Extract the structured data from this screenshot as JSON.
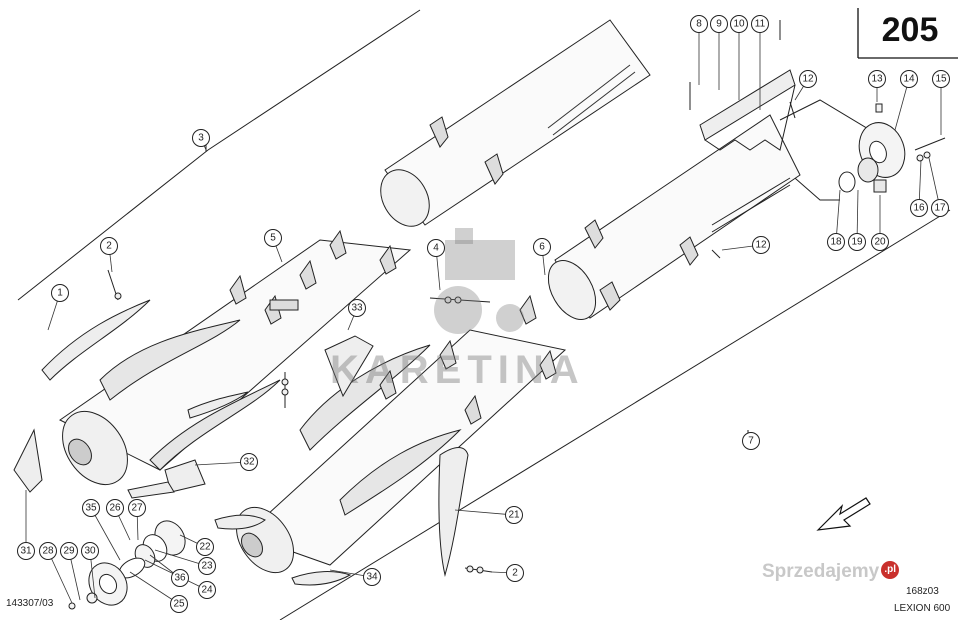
{
  "page_number": "205",
  "drawing_ref_left": "143307/03",
  "drawing_ref_right": "168z03",
  "model": "LEXION 600",
  "watermark": "KARETINA",
  "brand_watermark": "Sprzedajemy",
  "brand_badge": ".pl",
  "callouts": [
    "1",
    "2",
    "3",
    "4",
    "5",
    "6",
    "7",
    "8",
    "9",
    "10",
    "11",
    "12",
    "13",
    "14",
    "15",
    "16",
    "17",
    "18",
    "19",
    "20",
    "21",
    "22",
    "23",
    "24",
    "25",
    "26",
    "27",
    "28",
    "29",
    "30",
    "31",
    "32",
    "33",
    "34",
    "35",
    "36"
  ]
}
